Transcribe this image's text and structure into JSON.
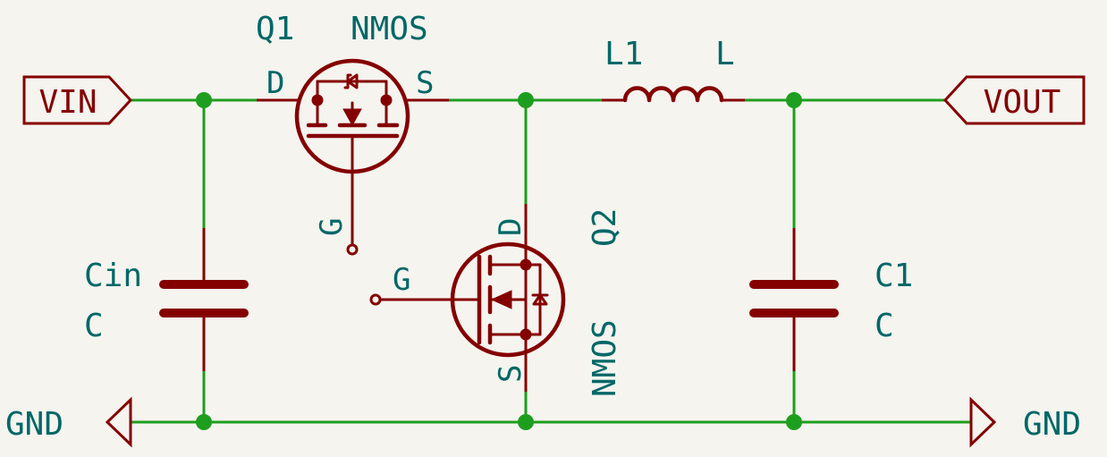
{
  "ports": {
    "vin": "VIN",
    "vout": "VOUT"
  },
  "ground": {
    "left": "GND",
    "right": "GND"
  },
  "q1": {
    "ref": "Q1",
    "value": "NMOS",
    "drain": "D",
    "source": "S",
    "gate": "G"
  },
  "q2": {
    "ref": "Q2",
    "value": "NMOS",
    "drain": "D",
    "source": "S",
    "gate": "G"
  },
  "l1": {
    "ref": "L1",
    "value": "L"
  },
  "cin": {
    "ref": "Cin",
    "value": "C"
  },
  "c1": {
    "ref": "C1",
    "value": "C"
  },
  "colors": {
    "wire": "#1e9e1e",
    "component": "#840000",
    "text": "#006767",
    "background": "#f5f4ef"
  }
}
